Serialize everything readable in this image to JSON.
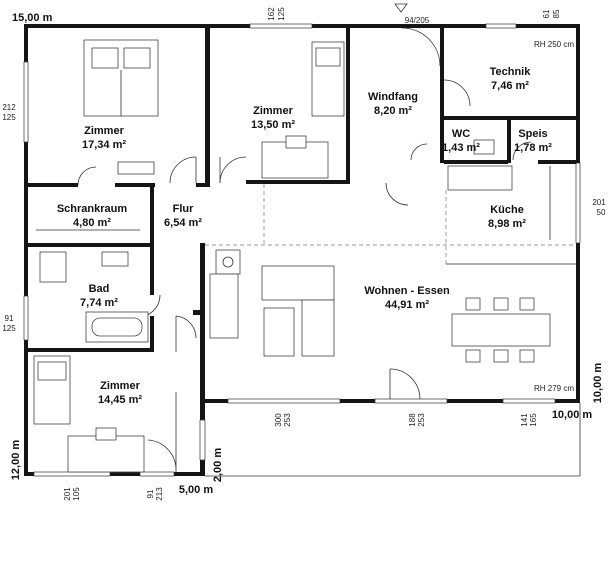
{
  "overall": {
    "width_label": "15,00 m",
    "height_left_label": "12,00 m",
    "height_right_label": "10,00 m",
    "width_right_label": "10,00 m",
    "step_width_label": "5,00 m",
    "step_height_label": "2,00 m"
  },
  "rooms": [
    {
      "id": "zimmer1",
      "name": "Zimmer",
      "area": "17,34 m²"
    },
    {
      "id": "zimmer2",
      "name": "Zimmer",
      "area": "13,50 m²"
    },
    {
      "id": "windfang",
      "name": "Windfang",
      "area": "8,20 m²"
    },
    {
      "id": "technik",
      "name": "Technik",
      "area": "7,46 m²"
    },
    {
      "id": "wc",
      "name": "WC",
      "area": "1,43 m²"
    },
    {
      "id": "speis",
      "name": "Speis",
      "area": "1,78 m²"
    },
    {
      "id": "schrankraum",
      "name": "Schrankraum",
      "area": "4,80 m²"
    },
    {
      "id": "flur",
      "name": "Flur",
      "area": "6,54 m²"
    },
    {
      "id": "kueche",
      "name": "Küche",
      "area": "8,98 m²"
    },
    {
      "id": "bad",
      "name": "Bad",
      "area": "7,74 m²"
    },
    {
      "id": "wohnen",
      "name": "Wohnen - Essen",
      "area": "44,91 m²"
    },
    {
      "id": "zimmer3",
      "name": "Zimmer",
      "area": "14,45 m²"
    }
  ],
  "openings": {
    "top_window_a": "162",
    "top_window_b": "125",
    "entry_door": "94/205",
    "top_right_a": "61",
    "top_right_b": "85",
    "left_window_a": "212",
    "left_window_b": "125",
    "left_bad_a": "91",
    "left_bad_b": "125",
    "right_kitchen_a": "201",
    "right_kitchen_b": "50",
    "bottom_living_1a": "300",
    "bottom_living_1b": "253",
    "bottom_living_2a": "188",
    "bottom_living_2b": "253",
    "bottom_living_3a": "141",
    "bottom_living_3b": "165",
    "bottom_left_1a": "201",
    "bottom_left_1b": "105",
    "bottom_left_2a": "91",
    "bottom_left_2b": "213"
  },
  "ceiling": {
    "rh_top": "RH 250 cm",
    "rh_living": "RH 279 cm"
  }
}
